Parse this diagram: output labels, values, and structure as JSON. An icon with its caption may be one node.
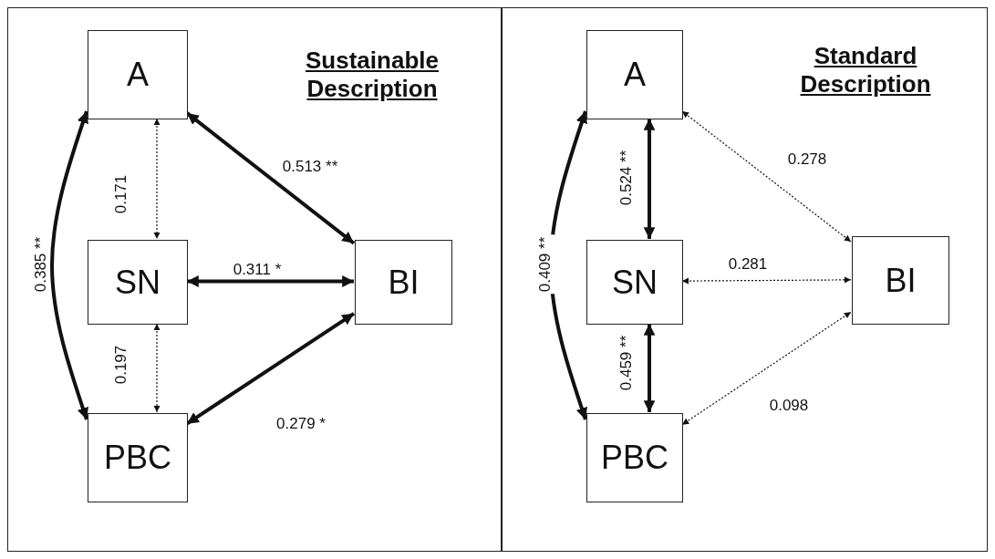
{
  "diagram": {
    "nodes": [
      {
        "text": [
          "Sustainable Description"
        ]
      },
      {
        "text": [
          "A"
        ],
        "in": 0
      },
      {
        "text": [
          "SN"
        ],
        "in": 0
      },
      {
        "text": [
          "PBC"
        ],
        "in": 0
      },
      {
        "text": [
          "BI"
        ],
        "in": 0
      },
      {
        "text": [
          "Standard Description"
        ]
      },
      {
        "text": [
          "A"
        ],
        "in": 5
      },
      {
        "text": [
          "SN"
        ],
        "in": 5
      },
      {
        "text": [
          "PBC"
        ],
        "in": 5
      },
      {
        "text": [
          "BI"
        ],
        "in": 5
      }
    ],
    "edges": [
      {
        "from": 1,
        "to": 2,
        "arrow": "both",
        "label": "0.171",
        "style": "dashed"
      },
      {
        "from": 1,
        "to": 4,
        "arrow": "both",
        "label": "0.513 **"
      },
      {
        "from": 2,
        "to": 4,
        "arrow": "both",
        "label": "0.311 *"
      },
      {
        "from": 2,
        "to": 3,
        "arrow": "both",
        "label": "0.197",
        "style": "dashed"
      },
      {
        "from": 3,
        "to": 4,
        "arrow": "both",
        "label": "0.279 *"
      },
      {
        "from": 1,
        "to": 3,
        "arrow": "both",
        "label": "0.385 **"
      },
      {
        "from": 6,
        "to": 7,
        "arrow": "both",
        "label": "0.524 **"
      },
      {
        "from": 6,
        "to": 9,
        "arrow": "both",
        "label": "0.278",
        "style": "dashed"
      },
      {
        "from": 7,
        "to": 9,
        "arrow": "both",
        "label": "0.281",
        "style": "dashed"
      },
      {
        "from": 7,
        "to": 8,
        "arrow": "both",
        "label": "0.459 **"
      },
      {
        "from": 8,
        "to": 9,
        "arrow": "both",
        "label": "0.098",
        "style": "dashed"
      },
      {
        "from": 6,
        "to": 8,
        "arrow": "both",
        "label": "0.409 **"
      }
    ]
  }
}
